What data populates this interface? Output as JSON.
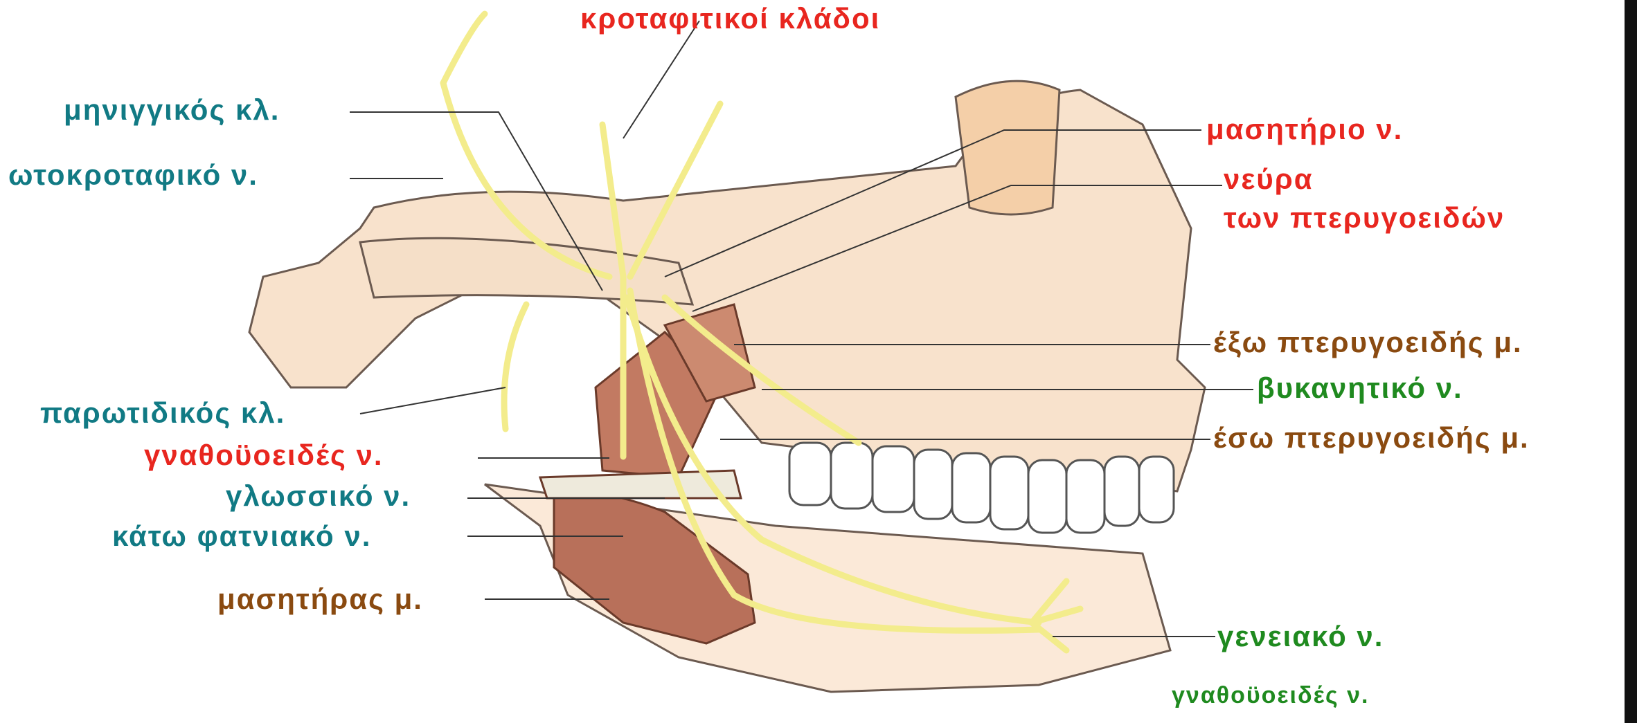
{
  "labels": {
    "temporal_branches": "κροταφιτικοί κλάδοι",
    "meningeal_branch": "μηνιγγικός κλ.",
    "auriculotemporal_nerve": "ωτοκροταφικό ν.",
    "parotid_branch": "παρωτιδικός κλ.",
    "mylohyoid_nerve_left": "γναθοϋοειδές ν.",
    "lingual_nerve": "γλωσσικό ν.",
    "inferior_alveolar_nerve": "κάτω φατνιακό ν.",
    "masseter_muscle": "μασητήρας μ.",
    "masseteric_nerve": "μασητήριο ν.",
    "pterygoid_nerves_line1": "νεύρα",
    "pterygoid_nerves_line2": "των πτερυγοειδών",
    "lateral_pterygoid_muscle": "έξω πτερυγοειδής μ.",
    "buccal_nerve": "βυκανητικό ν.",
    "medial_pterygoid_muscle": "έσω πτερυγοειδής μ.",
    "mental_nerve": "γενειακό ν.",
    "mylohyoid_nerve_bottom": "γναθοϋοειδές ν."
  },
  "colors": {
    "red_labels": "#e8261f",
    "teal_labels": "#117a84",
    "brown_labels": "#8a4a10",
    "green_labels": "#1f8a1f",
    "nerve": "#f3ec8c",
    "bone": "#f6dcc4",
    "muscle": "#b8705a"
  }
}
